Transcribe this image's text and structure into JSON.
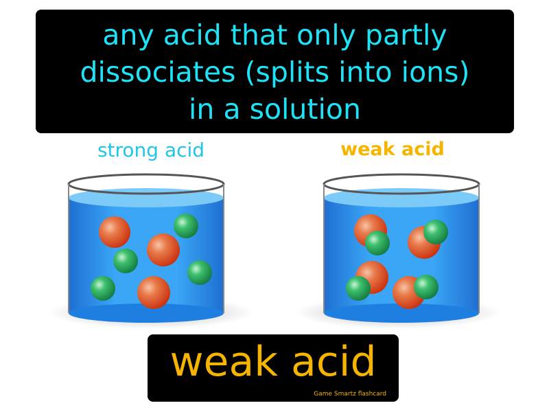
{
  "definition": {
    "lines": [
      "any acid that only partly",
      "dissociates (splits into ions)",
      "in a solution"
    ]
  },
  "beakers": {
    "strong": {
      "label": "strong acid"
    },
    "weak": {
      "label": "weak acid"
    }
  },
  "term": {
    "title": "weak acid",
    "credit": "Game Smartz flashcard"
  },
  "colors": {
    "definition_text": "#1ee3f7",
    "strong_label": "#1ec6e8",
    "weak_label": "#f5b400",
    "water": "#2f8fe6",
    "red_ion": "#d9431e",
    "green_ion": "#1f9a55"
  }
}
